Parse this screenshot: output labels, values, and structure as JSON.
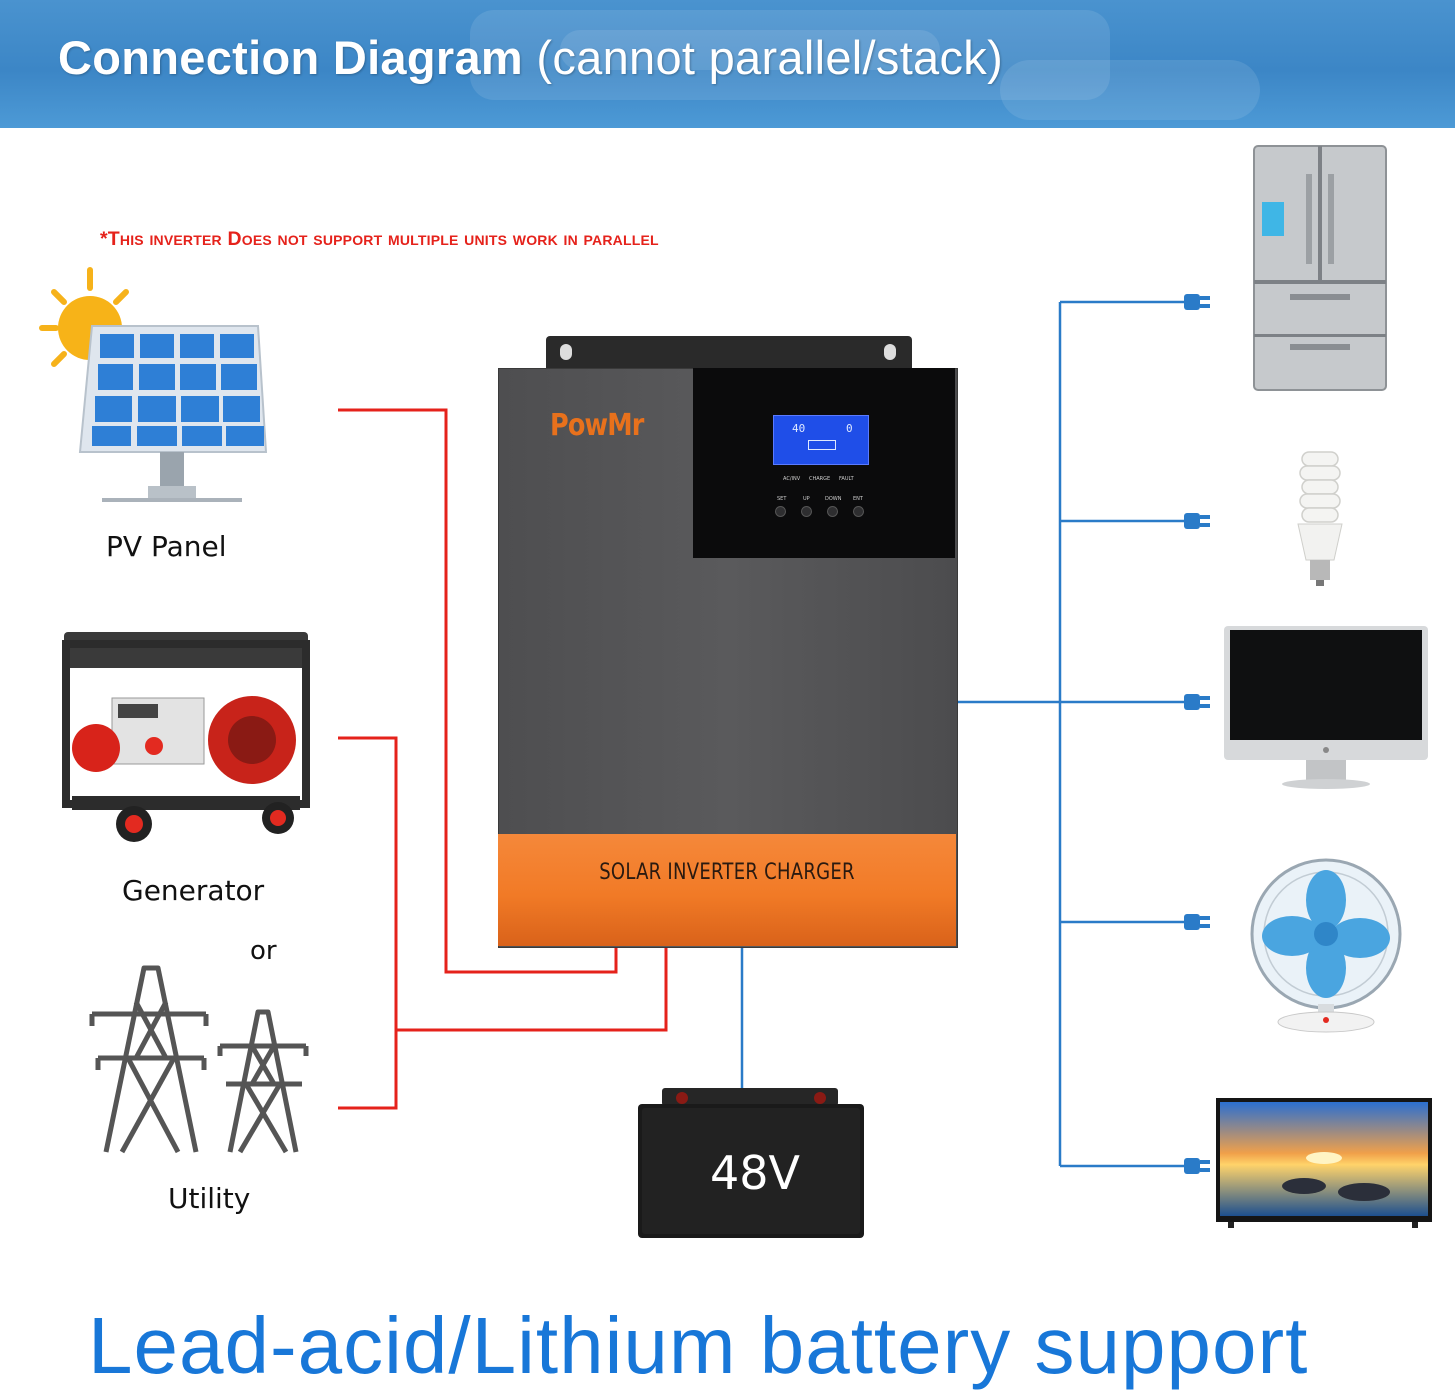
{
  "header": {
    "title_bold": "Connection Diagram",
    "title_rest": "(cannot parallel/stack)"
  },
  "warning": "*This inverter Does not support multiple units work in parallel",
  "sources": {
    "pv_panel": "PV Panel",
    "generator": "Generator",
    "or": "or",
    "utility": "Utility"
  },
  "inverter": {
    "brand": "PowMr",
    "label": "SOLAR INVERTER CHARGER",
    "lcd_left": "40",
    "lcd_right": "0",
    "indicators": [
      "AC/INV",
      "CHARGE",
      "FAULT"
    ],
    "buttons": [
      "SET",
      "UP",
      "DOWN",
      "ENT"
    ]
  },
  "battery": {
    "label": "48V"
  },
  "loads": [
    "refrigerator-icon",
    "lightbulb-icon",
    "monitor-icon",
    "fan-icon",
    "tv-icon"
  ],
  "footer": "Lead-acid/Lithium battery support",
  "colors": {
    "header": "#3c86c6",
    "warning": "#e5221b",
    "wire_input": "#e5221b",
    "wire_output": "#2a7bc8",
    "brand": "#e8711c",
    "footer": "#1877d8"
  }
}
